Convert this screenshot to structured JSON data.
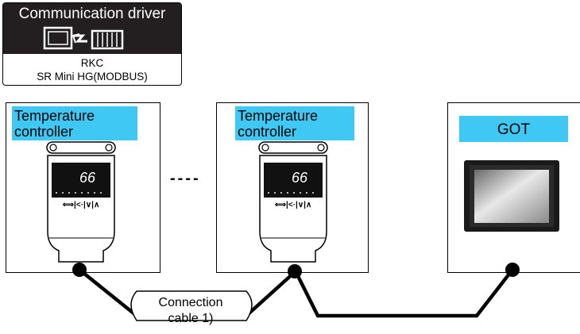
{
  "driver": {
    "title": "Communication driver",
    "maker": "RKC",
    "model": "SR Mini HG(MODBUS)"
  },
  "devices": [
    {
      "label_line1": "Temperature",
      "label_line2": "controller",
      "display_value": "66",
      "keys": "⟺|<·|∨|∧"
    },
    {
      "label_line1": "Temperature",
      "label_line2": "controller",
      "display_value": "66",
      "keys": "⟺|<·|∨|∧"
    }
  ],
  "ellipsis": "----",
  "got": {
    "label": "GOT"
  },
  "cable": {
    "line1": "Connection",
    "line2": "cable 1)"
  }
}
